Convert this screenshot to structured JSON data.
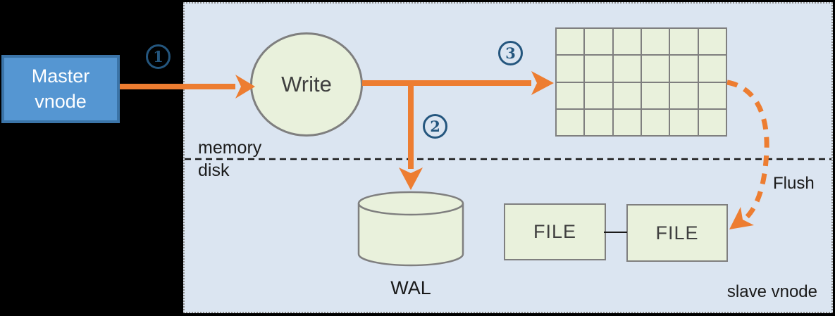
{
  "nodes": {
    "master": {
      "label": "Master vnode"
    },
    "write": {
      "label": "Write"
    },
    "wal": {
      "label": "WAL"
    },
    "file_left": {
      "label": "FILE"
    },
    "file_right": {
      "label": "FILE"
    }
  },
  "labels": {
    "memory": "memory",
    "disk": "disk",
    "flush": "Flush",
    "slave": "slave vnode"
  },
  "steps": [
    {
      "number": "1"
    },
    {
      "number": "2"
    },
    {
      "number": "3"
    }
  ],
  "memtable_grid": {
    "rows": 4,
    "cols": 6
  },
  "colors": {
    "canvas_bg": "#000000",
    "panel_bg": "#dbe5f1",
    "panel_border": "#8c8c8c",
    "master_fill": "#5596d2",
    "master_border": "#3b74a8",
    "master_text": "#ffffff",
    "shape_fill": "#e9f1dc",
    "shape_border": "#7f7f7f",
    "arrow_orange": "#ed7d31",
    "step_circle": "#24567e",
    "dark_text": "#3f3f3f",
    "black_text": "#1a1a1a"
  }
}
